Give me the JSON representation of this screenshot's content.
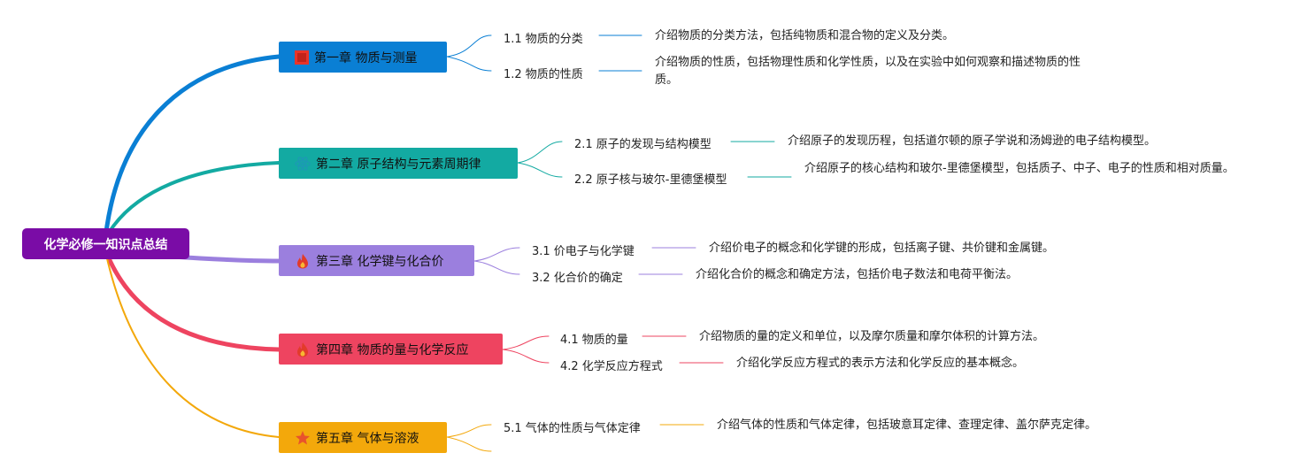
{
  "root": {
    "title": "化学必修一知识点总结"
  },
  "chapters": [
    {
      "title": "第一章 物质与测量",
      "icon": "red-flag-icon",
      "color": "#0a7fd4",
      "sections": [
        {
          "title": "1.1 物质的分类",
          "desc": "介绍物质的分类方法，包括纯物质和混合物的定义及分类。"
        },
        {
          "title": "1.2 物质的性质",
          "desc": "介绍物质的性质，包括物理性质和化学性质，以及在实验中如何观察和描述物质的性质。"
        }
      ]
    },
    {
      "title": "第二章 原子结构与元素周期律",
      "icon": "atom-icon",
      "color": "#13aaa2",
      "sections": [
        {
          "title": "2.1 原子的发现与结构模型",
          "desc": "介绍原子的发现历程，包括道尔顿的原子学说和汤姆逊的电子结构模型。"
        },
        {
          "title": "2.2 原子核与玻尔-里德堡模型",
          "desc": "介绍原子的核心结构和玻尔-里德堡模型，包括质子、中子、电子的性质和相对质量。"
        }
      ]
    },
    {
      "title": "第三章 化学键与化合价",
      "icon": "fire-icon",
      "color": "#9b7fde",
      "sections": [
        {
          "title": "3.1 价电子与化学键",
          "desc": "介绍价电子的概念和化学键的形成，包括离子键、共价键和金属键。"
        },
        {
          "title": "3.2 化合价的确定",
          "desc": "介绍化合价的概念和确定方法，包括价电子数法和电荷平衡法。"
        }
      ]
    },
    {
      "title": "第四章 物质的量与化学反应",
      "icon": "fire-icon",
      "color": "#ee4460",
      "sections": [
        {
          "title": "4.1 物质的量",
          "desc": "介绍物质的量的定义和单位，以及摩尔质量和摩尔体积的计算方法。"
        },
        {
          "title": "4.2 化学反应方程式",
          "desc": "介绍化学反应方程式的表示方法和化学反应的基本概念。"
        }
      ]
    },
    {
      "title": "第五章 气体与溶液",
      "icon": "star-icon",
      "color": "#f3a80b",
      "sections": [
        {
          "title": "5.1 气体的性质与气体定律",
          "desc": "介绍气体的性质和气体定律，包括玻意耳定律、查理定律、盖尔萨克定律。"
        }
      ]
    }
  ]
}
